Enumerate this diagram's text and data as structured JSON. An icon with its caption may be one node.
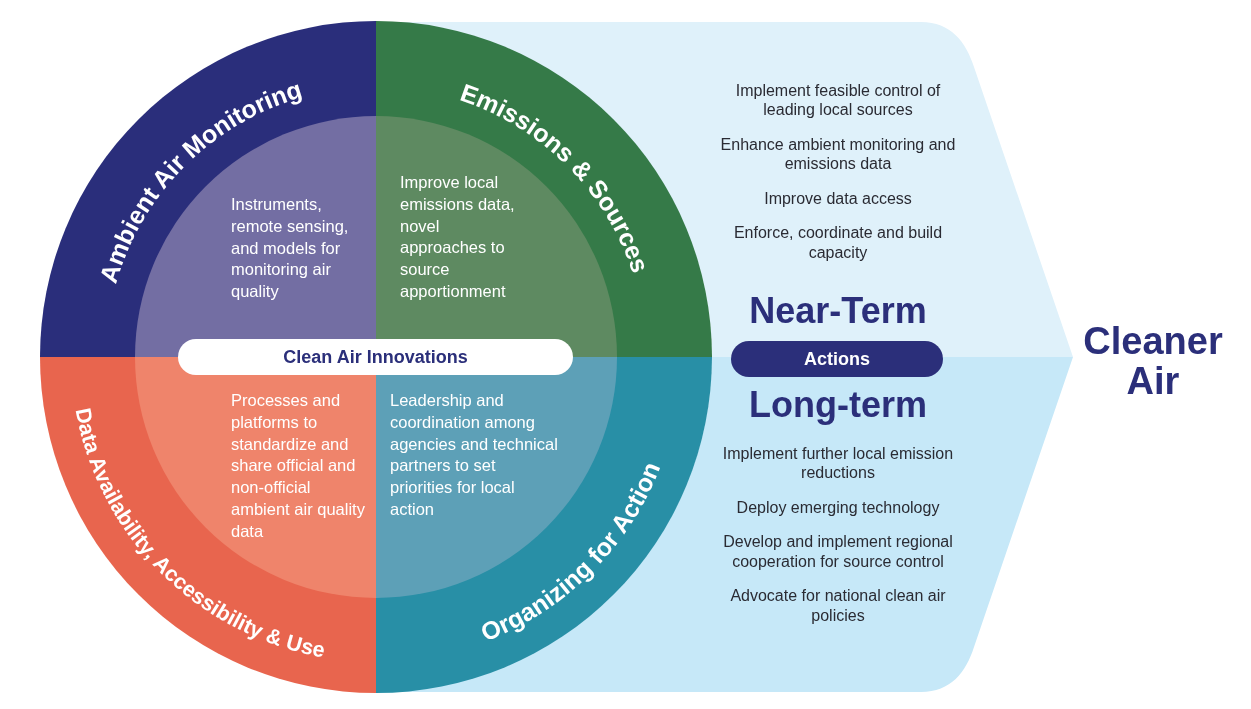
{
  "diagram": {
    "nodes": [
      {
        "text": [
          "Ambient Air Monitoring"
        ]
      },
      {
        "text": [
          "Instruments, remote sensing, and models for monitoring air quality"
        ],
        "in": 0
      },
      {
        "text": [
          "Emissions & Sources"
        ]
      },
      {
        "text": [
          "Improve local emissions data, novel approaches to source apportionment"
        ],
        "in": 2
      },
      {
        "text": [
          "Data Availability, Accessibility & Use"
        ]
      },
      {
        "text": [
          "Processes and platforms to standardize and share official and non-official ambient air quality data"
        ],
        "in": 4
      },
      {
        "text": [
          "Organizing for Action"
        ]
      },
      {
        "text": [
          "Leadership and coordination among agencies and technical partners to set priorities for local action"
        ],
        "in": 6
      },
      {
        "text": [
          "Clean Air Innovations"
        ]
      },
      {
        "text": [
          "Implement feasible control of leading local sources",
          "Enhance ambient monitoring and emissions data",
          "Improve data access",
          "Enforce, coordinate and build capacity",
          "Near-Term"
        ]
      },
      {
        "text": [
          "Actions"
        ]
      },
      {
        "text": [
          "Long-term",
          "Implement further local emission reductions",
          "Deploy emerging technology",
          "Develop and implement regional cooperation for source control",
          "Advocate for national clean air policies"
        ]
      }
    ],
    "labels": [
      "Cleaner Air"
    ]
  }
}
